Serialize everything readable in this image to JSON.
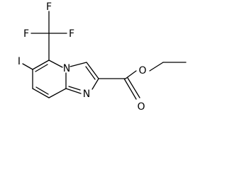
{
  "molecule": {
    "atoms": {
      "f_top": "F",
      "f_left": "F",
      "f_right": "F",
      "iodine": "I",
      "n_bridge": "N",
      "n_ring": "N",
      "o_ester": "O",
      "o_carbonyl": "O"
    }
  }
}
